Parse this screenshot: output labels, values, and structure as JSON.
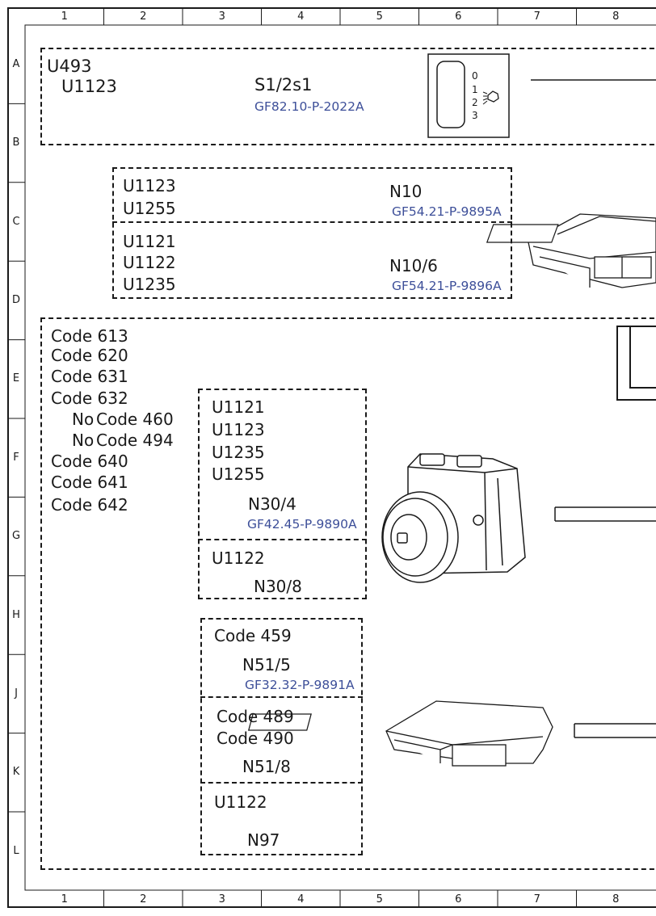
{
  "grid": {
    "columns": [
      "1",
      "2",
      "3",
      "4",
      "5",
      "6",
      "7",
      "8"
    ],
    "rows": [
      "A",
      "B",
      "C",
      "D",
      "E",
      "F",
      "G",
      "H",
      "J",
      "K",
      "L"
    ]
  },
  "block_a": {
    "codes": [
      "U493",
      "U1123"
    ],
    "component": "S1/2s1",
    "ref": "GF82.10-P-2022A",
    "switch_positions": [
      "0",
      "1",
      "2",
      "3"
    ]
  },
  "block_c": {
    "top": {
      "codes": [
        "U1123",
        "U1255"
      ],
      "component": "N10",
      "ref": "GF54.21-P-9895A"
    },
    "bottom": {
      "codes": [
        "U1121",
        "U1122",
        "U1235"
      ],
      "component": "N10/6",
      "ref": "GF54.21-P-9896A"
    }
  },
  "block_e": {
    "codes": [
      {
        "prefix": "",
        "label": "Code 613"
      },
      {
        "prefix": "",
        "label": "Code 620"
      },
      {
        "prefix": "",
        "label": "Code 631"
      },
      {
        "prefix": "",
        "label": "Code 632"
      },
      {
        "prefix": "No",
        "label": "Code 460"
      },
      {
        "prefix": "No",
        "label": "Code 494"
      },
      {
        "prefix": "",
        "label": "Code 640"
      },
      {
        "prefix": "",
        "label": "Code 641"
      },
      {
        "prefix": "",
        "label": "Code 642"
      }
    ],
    "n30_4": {
      "codes": [
        "U1121",
        "U1123",
        "U1235",
        "U1255"
      ],
      "component": "N30/4",
      "ref": "GF42.45-P-9890A"
    },
    "n30_8": {
      "codes": [
        "U1122"
      ],
      "component": "N30/8"
    }
  },
  "block_j": {
    "n51_5": {
      "codes": [
        "Code 459"
      ],
      "component": "N51/5",
      "ref": "GF32.32-P-9891A"
    },
    "n51_8": {
      "codes": [
        "Code 489",
        "Code 490"
      ],
      "component": "N51/8"
    },
    "n97": {
      "codes": [
        "U1122"
      ],
      "component": "N97"
    }
  }
}
